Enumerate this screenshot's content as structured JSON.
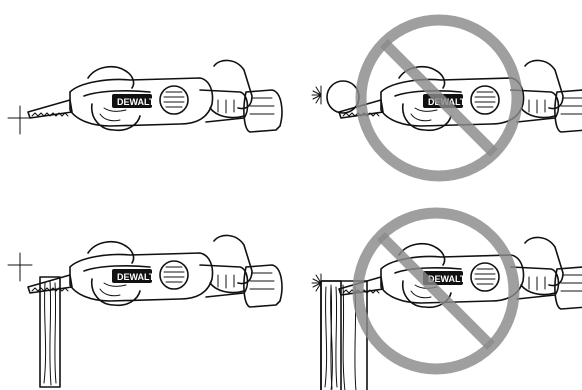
{
  "brand": {
    "label": "DEWALT"
  },
  "panels": [
    {
      "id": "correct-free-cut",
      "prohibited": false
    },
    {
      "id": "incorrect-free-cut",
      "prohibited": true
    },
    {
      "id": "correct-wood-cut",
      "prohibited": false
    },
    {
      "id": "incorrect-wood-cut",
      "prohibited": true
    }
  ]
}
